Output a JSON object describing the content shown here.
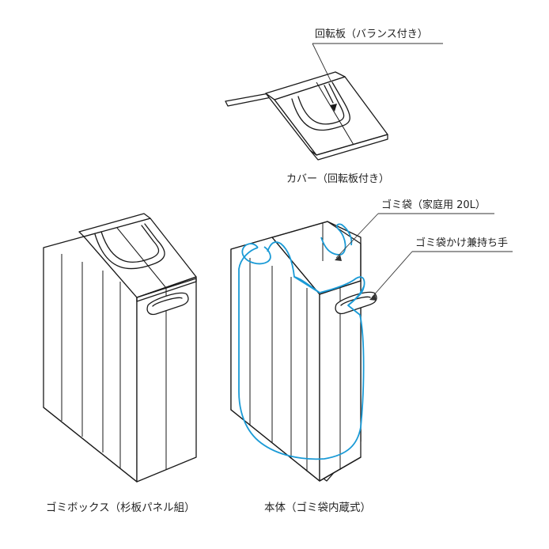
{
  "labels": {
    "rotating_plate": "回転板（バランス付き）",
    "cover": "カバー（回転板付き）",
    "garbage_bag": "ゴミ袋（家庭用 20L）",
    "bag_hook_handle": "ゴミ袋かけ兼持ち手",
    "box_caption": "ゴミボックス（杉板パネル組）",
    "body_caption": "本体（ゴミ袋内蔵式）"
  },
  "colors": {
    "line": "#1a1a1a",
    "bag": "#1a9ad6",
    "text": "#222222"
  }
}
